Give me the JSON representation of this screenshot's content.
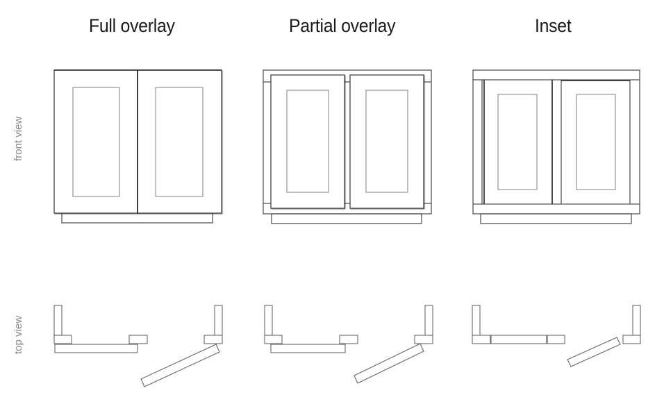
{
  "titles": {
    "full_overlay": "Full overlay",
    "partial_overlay": "Partial overlay",
    "inset": "Inset"
  },
  "row_labels": {
    "front": "front view",
    "top": "top view"
  },
  "colors": {
    "line": "#555555",
    "panel_line": "#8a8a8a",
    "label_text": "#8a8a8a",
    "title_text": "#1a1a1a"
  }
}
